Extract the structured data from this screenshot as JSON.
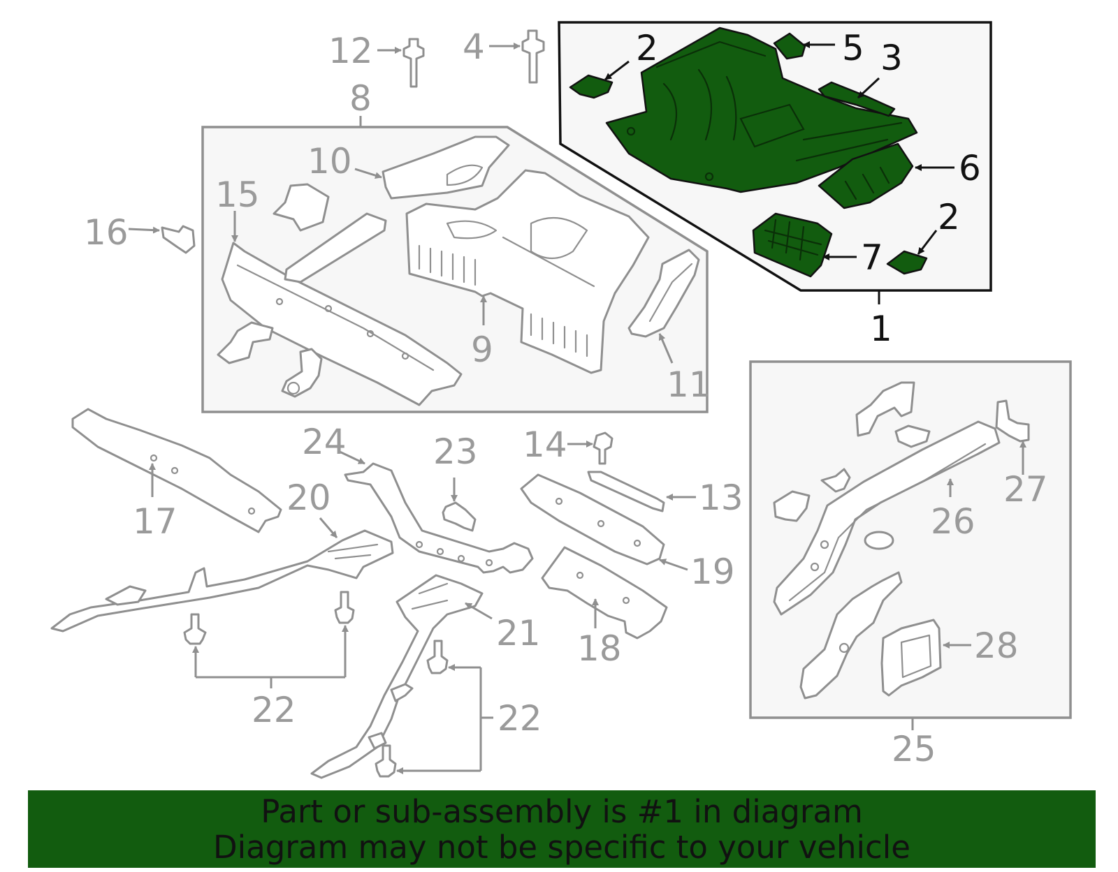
{
  "callouts": {
    "c1": "1",
    "c2a": "2",
    "c2b": "2",
    "c3": "3",
    "c4": "4",
    "c5": "5",
    "c6": "6",
    "c7": "7",
    "c8": "8",
    "c9": "9",
    "c10": "10",
    "c11": "11",
    "c12": "12",
    "c13": "13",
    "c14": "14",
    "c15": "15",
    "c16": "16",
    "c17": "17",
    "c18": "18",
    "c19": "19",
    "c20": "20",
    "c21": "21",
    "c22a": "22",
    "c22b": "22",
    "c23": "23",
    "c24": "24",
    "c25": "25",
    "c26": "26",
    "c27": "27",
    "c28": "28"
  },
  "highlighted_part": "1",
  "colors": {
    "highlight": "#125c0f",
    "part_outline": "#8f8f8f",
    "callout_grey": "#9a9a9a",
    "callout_dark": "#111111",
    "banner": "#125c0f"
  },
  "banner": {
    "line1": "Part or sub-assembly is #1 in diagram",
    "line2": "Diagram may not be specific to your vehicle"
  }
}
